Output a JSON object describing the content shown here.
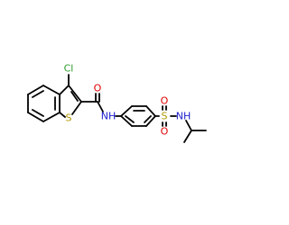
{
  "molecule": {
    "atoms": {
      "cl": "Cl",
      "s_ring": "S",
      "o_amide": "O",
      "nh_amide": "NH",
      "s_sulfonyl": "S",
      "o_sulfonyl_top": "O",
      "o_sulfonyl_bottom": "O",
      "nh_sulfonamide": "NH"
    },
    "colors": {
      "carbon_bond": "#000000",
      "chlorine": "#2e9e2e",
      "sulfur": "#b09a00",
      "oxygen": "#e00000",
      "nitrogen": "#2020d0"
    }
  }
}
